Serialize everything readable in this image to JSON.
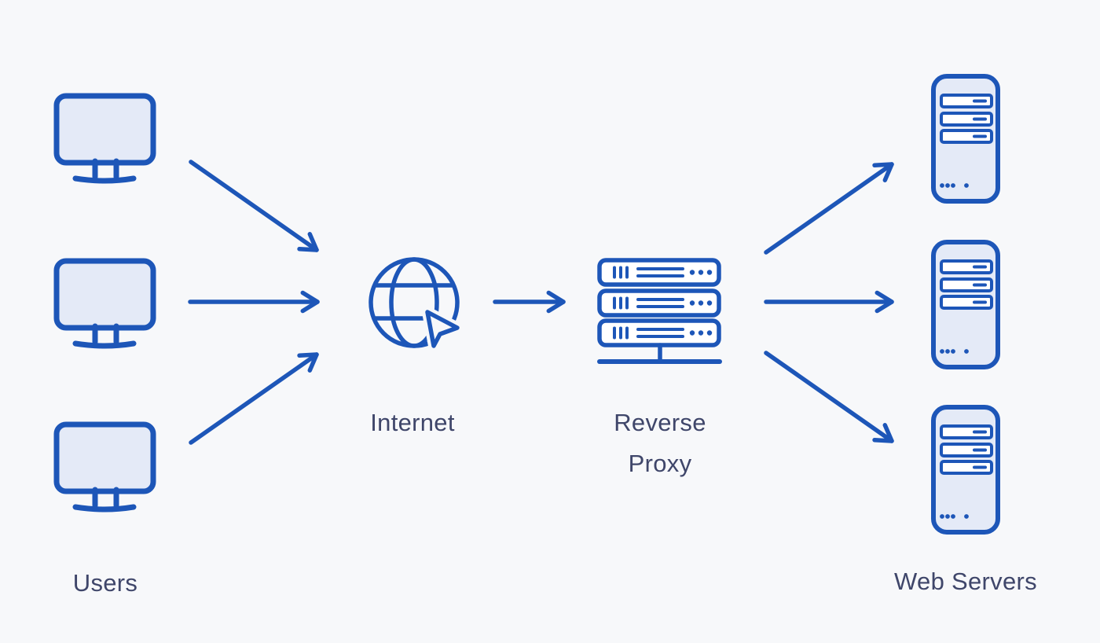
{
  "palette": {
    "canvas_bg": "#f7f8fa",
    "stroke_blue": "#1d56b8",
    "icon_fill": "#e4eaf7",
    "label_text": "#3f466a"
  },
  "nodes": {
    "users": {
      "label": "Users",
      "icon": "desktop-monitor-icon",
      "count": 3
    },
    "internet": {
      "label": "Internet",
      "icon": "globe-pointer-icon"
    },
    "reverse_proxy": {
      "label": "Reverse Proxy",
      "icon": "server-rack-icon"
    },
    "web_servers": {
      "label": "Web Servers",
      "icon": "server-tower-icon",
      "count": 3
    }
  },
  "edges": [
    {
      "from": "user-1",
      "to": "internet"
    },
    {
      "from": "user-2",
      "to": "internet"
    },
    {
      "from": "user-3",
      "to": "internet"
    },
    {
      "from": "internet",
      "to": "reverse-proxy"
    },
    {
      "from": "reverse-proxy",
      "to": "web-server-1"
    },
    {
      "from": "reverse-proxy",
      "to": "web-server-2"
    },
    {
      "from": "reverse-proxy",
      "to": "web-server-3"
    }
  ]
}
